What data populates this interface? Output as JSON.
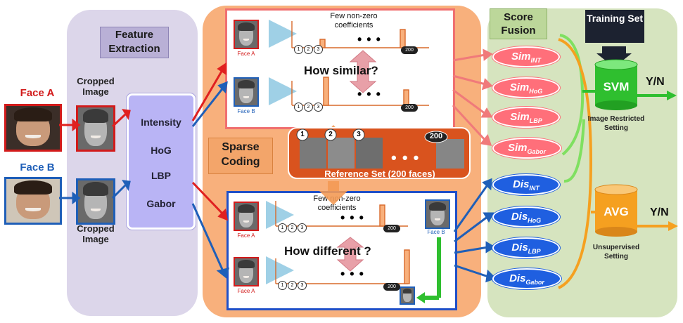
{
  "feature_extraction": {
    "title": "Feature Extraction"
  },
  "inputs": {
    "face_a_label": "Face A",
    "face_b_label": "Face B",
    "cropped_top": "Cropped Image",
    "cropped_bottom": "Cropped Image"
  },
  "features": [
    "Intensity",
    "HoG",
    "LBP",
    "Gabor"
  ],
  "sparse_coding": {
    "title": "Sparse Coding",
    "top_caption": "Few non-zero coefficients",
    "bottom_caption": "Few non-zero coefficients",
    "how_similar": "How similar?",
    "how_different": "How different ?",
    "reference_set": "Reference Set (200 faces)",
    "ref_badges": [
      "1",
      "2",
      "3",
      "200"
    ],
    "coef_badges": [
      "1",
      "2",
      "3",
      "200"
    ],
    "small_face_a": "Face A",
    "small_face_b": "Face B",
    "ellipsis": "• • •"
  },
  "score_fusion": {
    "title": "Score Fusion",
    "sim": [
      {
        "base": "Sim",
        "sub": "INT"
      },
      {
        "base": "Sim",
        "sub": "HoG"
      },
      {
        "base": "Sim",
        "sub": "LBP"
      },
      {
        "base": "Sim",
        "sub": "Gabor"
      }
    ],
    "dis": [
      {
        "base": "Dis",
        "sub": "INT"
      },
      {
        "base": "Dis",
        "sub": "HoG"
      },
      {
        "base": "Dis",
        "sub": "LBP"
      },
      {
        "base": "Dis",
        "sub": "Gabor"
      }
    ]
  },
  "classifier": {
    "training_set": "Training Set",
    "svm": "SVM",
    "svm_caption": "Image Restricted Setting",
    "avg": "AVG",
    "avg_caption": "Unsupervised Setting",
    "yn_top": "Y/N",
    "yn_bottom": "Y/N"
  },
  "colors": {
    "fe_panel": "#dcd6ea",
    "sc_panel": "#f8b07c",
    "sf_panel": "#d6e4bf",
    "feat_box": "#b9b4f5",
    "red_arrow": "#e02020",
    "blue_arrow": "#1f5fb8",
    "svm_green": "#2fbf2f",
    "avg_orange": "#f5a020",
    "ref_bar": "#d9531e"
  }
}
